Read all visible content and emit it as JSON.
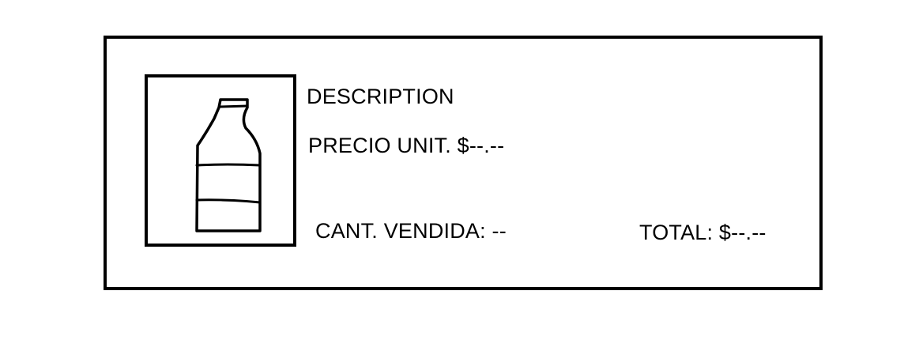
{
  "product_card": {
    "image_icon": "bottle-icon",
    "description": "DESCRIPTION",
    "unit_price": "PRECIO UNIT. $--.--",
    "quantity_sold": "CANT. VENDIDA: --",
    "total": "TOTAL: $--.--"
  }
}
